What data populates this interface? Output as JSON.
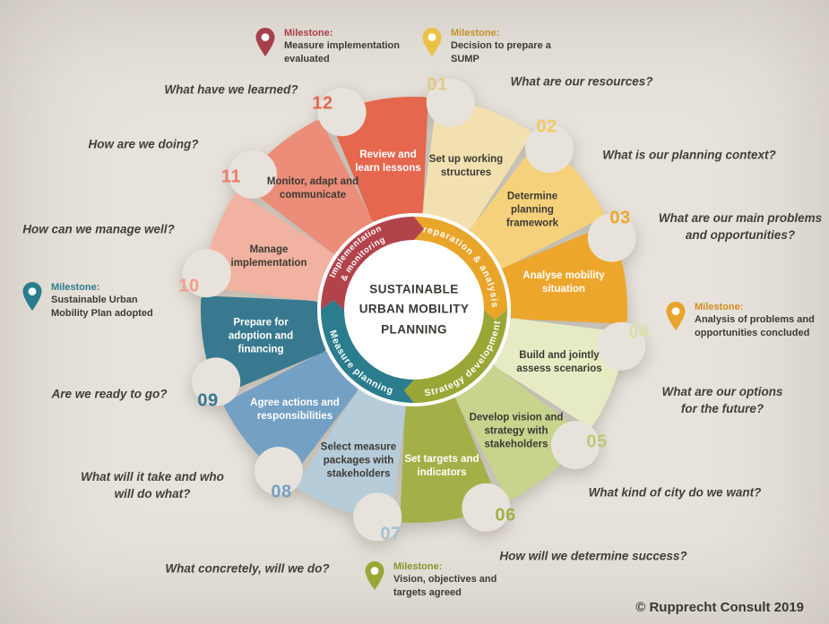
{
  "canvas": {
    "background": "#e7e3dc"
  },
  "center": {
    "title_lines": [
      "SUSTAINABLE",
      "URBAN MOBILITY",
      "PLANNING"
    ]
  },
  "wheel": {
    "phases": [
      {
        "label": "Preparation & analysis",
        "color": "#e9a42a"
      },
      {
        "label": "Strategy development",
        "color": "#9aa635"
      },
      {
        "label": "Measure planning",
        "color": "#2b7d8d"
      },
      {
        "label": "Implementation & monitoring",
        "color": "#b2434b",
        "lines": [
          "Implementation",
          "& monitoring"
        ]
      }
    ],
    "steps": [
      {
        "number": "01",
        "label": "Set up working structures",
        "color": "#f3e0b0",
        "number_color": "#e5c887",
        "text_color": "#3b3a33"
      },
      {
        "number": "02",
        "label": "Determine planning framework",
        "color": "#f6d17c",
        "number_color": "#f2c75e",
        "text_color": "#3b3a33"
      },
      {
        "number": "03",
        "label": "Analyse mobility situation",
        "color": "#eda62c",
        "number_color": "#eda62c",
        "text_color": "#ffffff"
      },
      {
        "number": "04",
        "label": "Build and jointly assess scenarios",
        "color": "#e7ebc4",
        "number_color": "#d8e0a4",
        "text_color": "#3b3a33"
      },
      {
        "number": "05",
        "label": "Develop vision and strategy with stakeholders",
        "color": "#c8d38d",
        "number_color": "#bcca78",
        "text_color": "#3b3a33"
      },
      {
        "number": "06",
        "label": "Set targets and indicators",
        "color": "#a4af47",
        "number_color": "#a4af47",
        "text_color": "#ffffff"
      },
      {
        "number": "07",
        "label": "Select measure packages with stakeholders",
        "color": "#b7ccd9",
        "number_color": "#a7c1d2",
        "text_color": "#3b3a33"
      },
      {
        "number": "08",
        "label": "Agree actions and responsibilities",
        "color": "#74a0c4",
        "number_color": "#74a0c4",
        "text_color": "#ffffff"
      },
      {
        "number": "09",
        "label": "Prepare for adoption and financing",
        "color": "#38798f",
        "number_color": "#38798f",
        "text_color": "#ffffff"
      },
      {
        "number": "10",
        "label": "Manage implementation",
        "color": "#f1b2a1",
        "number_color": "#efa18c",
        "text_color": "#3b3a33"
      },
      {
        "number": "11",
        "label": "Monitor, adapt and communicate",
        "color": "#eb8d79",
        "number_color": "#e87f6a",
        "text_color": "#3b3a33"
      },
      {
        "number": "12",
        "label": "Review and learn lessons",
        "color": "#e4674e",
        "number_color": "#e4674e",
        "text_color": "#ffffff"
      }
    ]
  },
  "questions": [
    "What are our resources?",
    "What is our planning context?",
    "What are our main problems and opportunities?",
    "What are our options for the future?",
    "What kind of city do we want?",
    "How will we determine success?",
    "What concretely, will we do?",
    "What will it take and who will do what?",
    "Are we ready to go?",
    "How can we manage well?",
    "How are we doing?",
    "What have we learned?"
  ],
  "milestones": [
    {
      "label": "Milestone:",
      "text": "Decision to prepare a SUMP",
      "color": "#ecc244",
      "label_color": "#c2932c"
    },
    {
      "label": "Milestone:",
      "text": "Analysis of problems and opportunities concluded",
      "color": "#e8a42c",
      "label_color": "#d18c1e"
    },
    {
      "label": "Milestone:",
      "text": "Vision, objectives and targets agreed",
      "color": "#9aa635",
      "label_color": "#87952e"
    },
    {
      "label": "Milestone:",
      "text": "Sustainable Urban Mobility Plan adopted",
      "color": "#2b7d8d",
      "label_color": "#2b7d8d"
    },
    {
      "label": "Milestone:",
      "text": "Measure implementation evaluated",
      "color": "#a6404a",
      "label_color": "#a6404a"
    }
  ],
  "footer": {
    "copyright": "© Rupprecht Consult 2019"
  }
}
